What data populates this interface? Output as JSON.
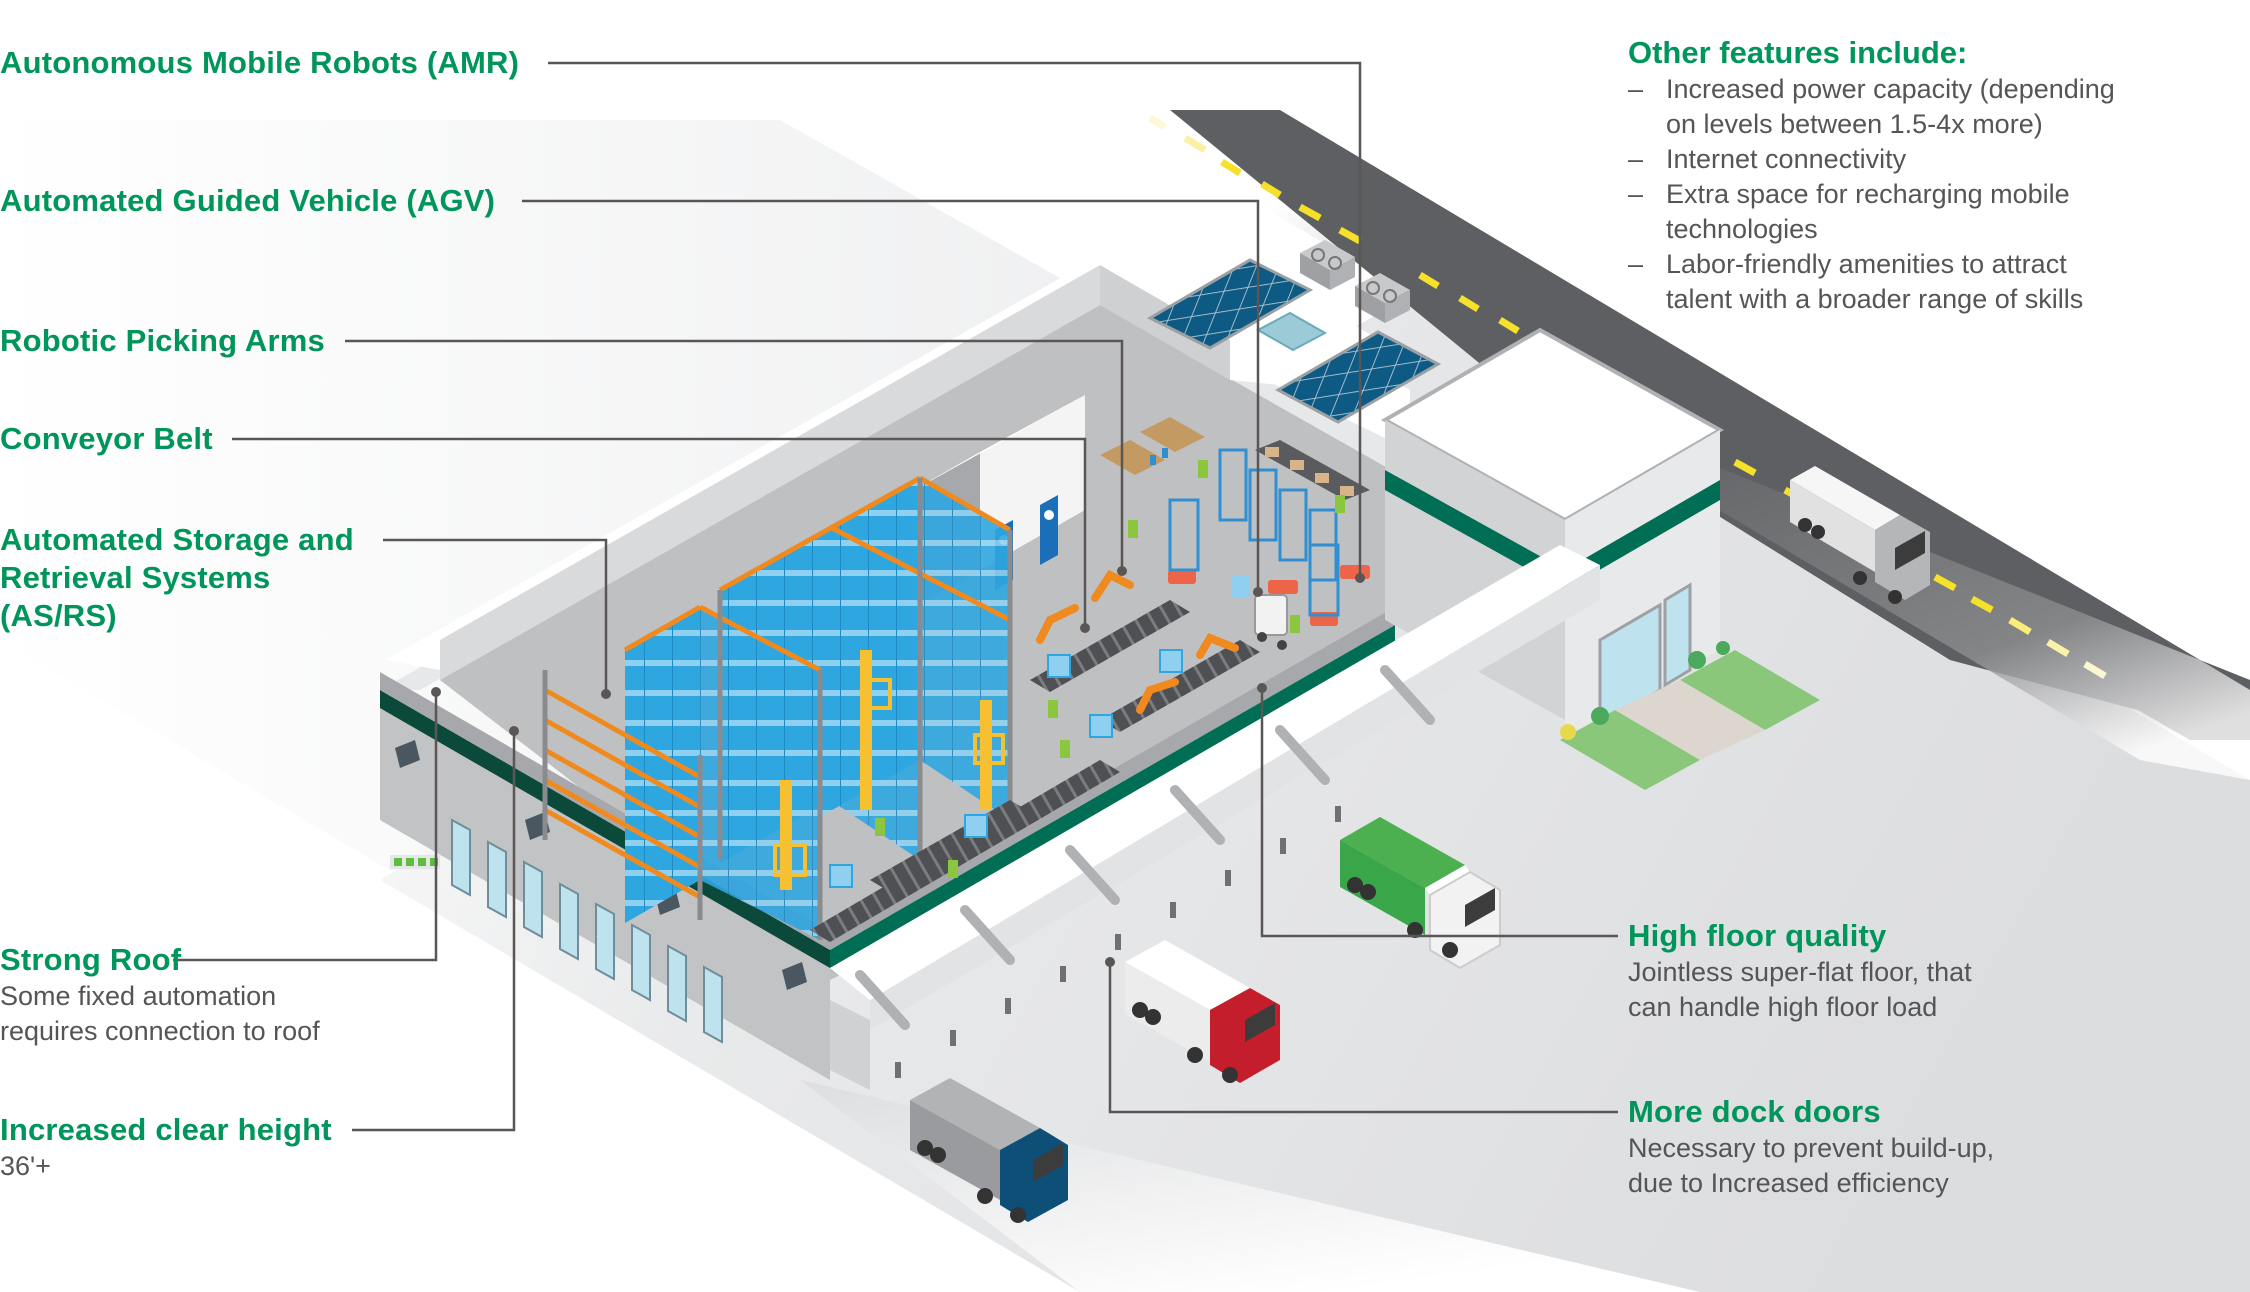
{
  "colors": {
    "accent_green": "#00955a",
    "text_gray": "#555555",
    "leader_line": "#5a5656",
    "band_dark_green": "#0b4a3a",
    "band_green": "#006e55",
    "road": "#5e5f62",
    "road_dash": "#f5e12a",
    "solar_panel": "#0d5a84",
    "rack_orange": "#f08a1f",
    "bin_blue": "#2ea6e0",
    "truck_green": "#3aa64a",
    "truck_red": "#c41e2c",
    "truck_blue": "#0e4f78",
    "lawn": "#8ac77a"
  },
  "callouts": {
    "amr": {
      "title": "Autonomous Mobile Robots (AMR)"
    },
    "agv": {
      "title": "Automated Guided Vehicle (AGV)"
    },
    "arms": {
      "title": "Robotic Picking Arms"
    },
    "conveyor": {
      "title": "Conveyor Belt"
    },
    "asrs": {
      "title_lines": [
        "Automated Storage and",
        "Retrieval Systems",
        "(AS/RS)"
      ]
    },
    "roof": {
      "title": "Strong Roof",
      "desc_lines": [
        "Some fixed automation",
        "requires connection to roof"
      ]
    },
    "height": {
      "title": "Increased clear height",
      "desc_lines": [
        "36'+"
      ]
    },
    "floor": {
      "title": "High floor quality",
      "desc_lines": [
        "Jointless super-flat floor, that",
        "can handle high floor load"
      ]
    },
    "dock": {
      "title": "More dock doors",
      "desc_lines": [
        "Necessary to prevent build-up,",
        "due to Increased efficiency"
      ]
    }
  },
  "features": {
    "title": "Other features include:",
    "bullet": "–",
    "items": [
      {
        "lines": [
          "Increased power capacity (depending",
          "on levels between 1.5-4x more)"
        ]
      },
      {
        "lines": [
          "Internet connectivity"
        ]
      },
      {
        "lines": [
          "Extra space for recharging mobile",
          "technologies"
        ]
      },
      {
        "lines": [
          "Labor-friendly amenities to attract",
          "talent with a broader range of skills"
        ]
      }
    ]
  },
  "illustration": {
    "subject": "isometric automated warehouse",
    "icons": [
      "solar-panel-icon",
      "hvac-unit-icon",
      "skylight-icon",
      "restroom-door-icon",
      "truck-icon",
      "robot-arm-icon",
      "amr-robot-icon",
      "forklift-agv-icon",
      "worker-icon",
      "shelving-icon",
      "plant-icon"
    ]
  }
}
